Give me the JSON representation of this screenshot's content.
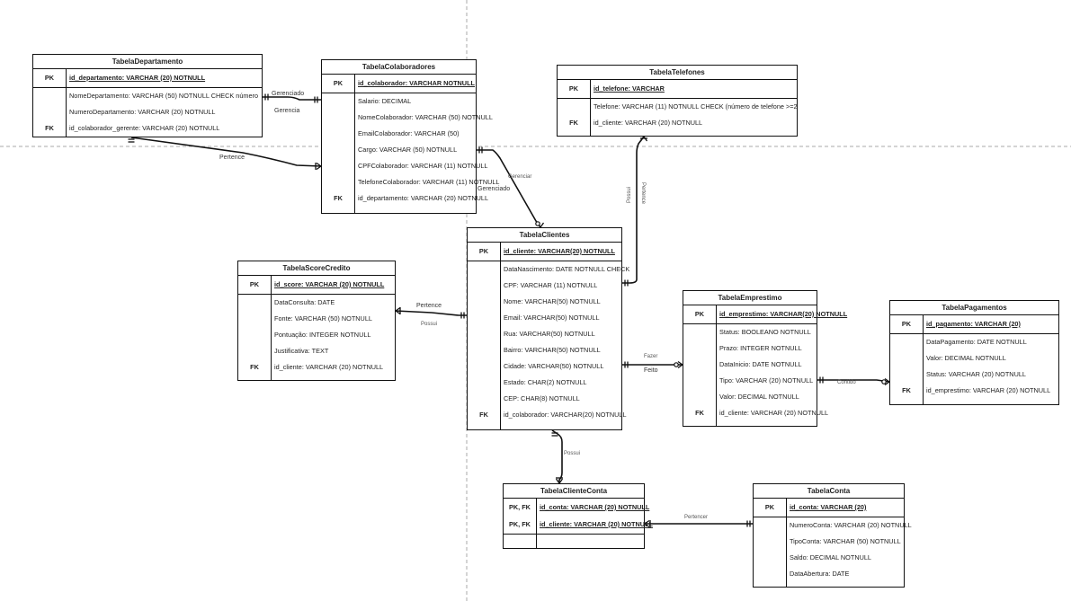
{
  "tables": [
    {
      "id": "dep",
      "title": "TabelaDepartamento",
      "rows": [
        {
          "key": "PK",
          "field": "id_departamento: VARCHAR (20) NOTNULL",
          "pk": true
        },
        {
          "key": "",
          "field": "NomeDepartamento: VARCHAR (50) NOTNULL CHECK número"
        },
        {
          "key": "",
          "field": "NumeroDepartamento: VARCHAR (20) NOTNULL"
        },
        {
          "key": "FK",
          "field": "id_colaborador_gerente: VARCHAR (20) NOTNULL"
        }
      ]
    },
    {
      "id": "col",
      "title": "TabelaColaboradores",
      "rows": [
        {
          "key": "PK",
          "field": "id_colaborador: VARCHAR NOTNULL",
          "pk": true
        },
        {
          "key": "",
          "field": "Salario: DECIMAL"
        },
        {
          "key": "",
          "field": "NomeColaborador: VARCHAR (50) NOTNULL"
        },
        {
          "key": "",
          "field": "EmailColaborador: VARCHAR (50)"
        },
        {
          "key": "",
          "field": "Cargo: VARCHAR (50) NOTNULL"
        },
        {
          "key": "",
          "field": "CPFColaborador: VARCHAR (11) NOTNULL"
        },
        {
          "key": "",
          "field": "TelefoneColaborador: VARCHAR (11) NOTNULL"
        },
        {
          "key": "FK",
          "field": "id_departamento: VARCHAR (20) NOTNULL"
        }
      ]
    },
    {
      "id": "tel",
      "title": "TabelaTelefones",
      "rows": [
        {
          "key": "PK",
          "field": "id_telefone: VARCHAR",
          "pk": true
        },
        {
          "key": "",
          "field": "Telefone: VARCHAR (11) NOTNULL CHECK (número de telefone >=2"
        },
        {
          "key": "FK",
          "field": "id_cliente: VARCHAR (20) NOTNULL"
        }
      ]
    },
    {
      "id": "cli",
      "title": "TabelaClientes",
      "rows": [
        {
          "key": "PK",
          "field": "id_cliente: VARCHAR(20) NOTNULL",
          "pk": true
        },
        {
          "key": "",
          "field": "DataNascimento: DATE NOTNULL CHECK"
        },
        {
          "key": "",
          "field": "CPF: VARCHAR (11) NOTNULL"
        },
        {
          "key": "",
          "field": "Nome: VARCHAR(50) NOTNULL"
        },
        {
          "key": "",
          "field": "Email: VARCHAR(50) NOTNULL"
        },
        {
          "key": "",
          "field": "Rua: VARCHAR(50) NOTNULL"
        },
        {
          "key": "",
          "field": "Bairro: VARCHAR(50) NOTNULL"
        },
        {
          "key": "",
          "field": "Cidade: VARCHAR(50) NOTNULL"
        },
        {
          "key": "",
          "field": "Estado: CHAR(2) NOTNULL"
        },
        {
          "key": "",
          "field": "CEP: CHAR(8) NOTNULL"
        },
        {
          "key": "FK",
          "field": "id_colaborador: VARCHAR(20) NOTNULL"
        }
      ]
    },
    {
      "id": "sco",
      "title": "TabelaScoreCredito",
      "rows": [
        {
          "key": "PK",
          "field": "id_score: VARCHAR (20) NOTNULL",
          "pk": true
        },
        {
          "key": "",
          "field": "DataConsulta: DATE"
        },
        {
          "key": "",
          "field": "Fonte: VARCHAR (50) NOTNULL"
        },
        {
          "key": "",
          "field": "Pontuação: INTEGER NOTNULL"
        },
        {
          "key": "",
          "field": "Justificativa: TEXT"
        },
        {
          "key": "FK",
          "field": "id_cliente: VARCHAR (20) NOTNULL"
        }
      ]
    },
    {
      "id": "emp",
      "title": "TabelaEmprestimo",
      "rows": [
        {
          "key": "PK",
          "field": "id_emprestimo: VARCHAR(20) NOTNULL",
          "pk": true
        },
        {
          "key": "",
          "field": "Status: BOOLEANO NOTNULL"
        },
        {
          "key": "",
          "field": "Prazo: INTEGER NOTNULL"
        },
        {
          "key": "",
          "field": "DataInicio: DATE NOTNULL"
        },
        {
          "key": "",
          "field": "Tipo: VARCHAR (20) NOTNULL"
        },
        {
          "key": "",
          "field": "Valor: DECIMAL NOTNULL"
        },
        {
          "key": "FK",
          "field": "id_cliente: VARCHAR (20) NOTNULL"
        }
      ]
    },
    {
      "id": "pag",
      "title": "TabelaPagamentos",
      "rows": [
        {
          "key": "PK",
          "field": "id_pagamento: VARCHAR (20)",
          "pk": true
        },
        {
          "key": "",
          "field": "DataPagamento: DATE NOTNULL"
        },
        {
          "key": "",
          "field": "Valor: DECIMAL NOTNULL"
        },
        {
          "key": "",
          "field": "Status: VARCHAR (20) NOTNULL"
        },
        {
          "key": "FK",
          "field": "id_emprestimo: VARCHAR (20) NOTNULL"
        }
      ]
    },
    {
      "id": "cc",
      "title": "TabelaClienteConta",
      "rows": [
        {
          "key": "PK, FK",
          "field": "id_conta: VARCHAR (20) NOTNULL",
          "pk": true,
          "nobar": true
        },
        {
          "key": "PK, FK",
          "field": "id_cliente: VARCHAR (20) NOTNULL",
          "pk": true
        },
        {
          "key": "",
          "field": ""
        }
      ]
    },
    {
      "id": "con",
      "title": "TabelaConta",
      "rows": [
        {
          "key": "PK",
          "field": "id_conta: VARCHAR (20)",
          "pk": true
        },
        {
          "key": "",
          "field": "NumeroConta: VARCHAR (20) NOTNULL"
        },
        {
          "key": "",
          "field": "TipoConta: VARCHAR (50) NOTNULL"
        },
        {
          "key": "",
          "field": "Saldo: DECIMAL NOTNULL"
        },
        {
          "key": "",
          "field": "DataAbertura: DATE"
        }
      ]
    }
  ],
  "labels": {
    "gerenciado1": "Gerenciado",
    "gerencia": "Gerencia",
    "pertence1": "Pertence",
    "gerenciar": "Gerenciar",
    "gerenciado2": "Gerenciado",
    "possui1": "Possui",
    "pertence2": "Pertence",
    "pertence3": "Pertence",
    "possui2": "Possui",
    "fazer": "Fazer",
    "feito": "Feito",
    "contido": "Contido",
    "possui3": "Possui",
    "pertencer": "Pertencer"
  },
  "colors": {
    "line": "#111111",
    "guide": "#aaaaaa"
  }
}
